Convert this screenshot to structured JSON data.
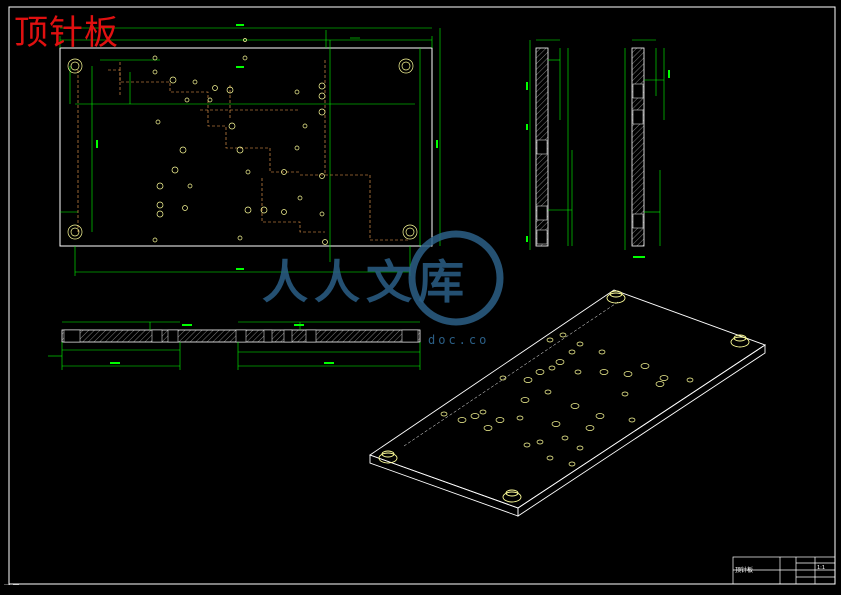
{
  "drawing": {
    "title": "顶针板",
    "watermark": "人人文库",
    "watermark_url": "doc.co",
    "title_block": {
      "part_name": "顶针板",
      "ratio": "1:1"
    },
    "status_text": "—— ——"
  },
  "colors": {
    "background": "#000000",
    "outline": "#ffffff",
    "dimension": "#00ff00",
    "center_line": "#ffaa55",
    "iso_part": "#ffff99",
    "title": "#e01010"
  }
}
